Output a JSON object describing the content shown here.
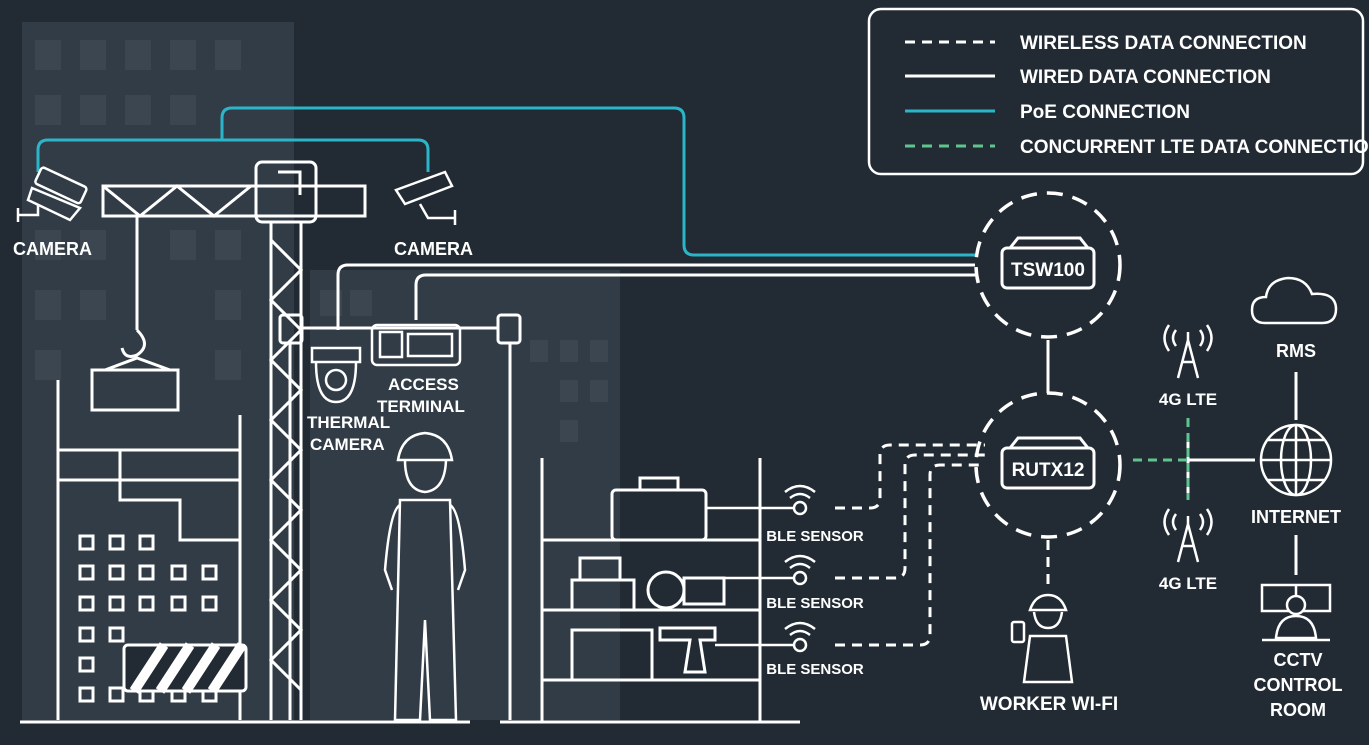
{
  "legend": {
    "wireless": "WIRELESS DATA CONNECTION",
    "wired": "WIRED DATA CONNECTION",
    "poe": "PoE CONNECTION",
    "lte": "CONCURRENT LTE DATA CONNECTIONS"
  },
  "labels": {
    "camera_left": "CAMERA",
    "camera_right": "CAMERA",
    "thermal_1": "THERMAL",
    "thermal_2": "CAMERA",
    "access_1": "ACCESS",
    "access_2": "TERMINAL",
    "tsw": "TSW100",
    "rutx": "RUTX12",
    "lte_top": "4G LTE",
    "lte_bottom": "4G LTE",
    "rms": "RMS",
    "internet": "INTERNET",
    "cctv_1": "CCTV",
    "cctv_2": "CONTROL",
    "cctv_3": "ROOM",
    "ble_1": "BLE SENSOR",
    "ble_2": "BLE SENSOR",
    "ble_3": "BLE SENSOR",
    "worker_wifi": "WORKER WI-FI"
  },
  "colors": {
    "background": "#222b33",
    "line": "#ffffff",
    "poe": "#2bb5c8",
    "lte": "#5fc48f",
    "building": "#323c46"
  }
}
